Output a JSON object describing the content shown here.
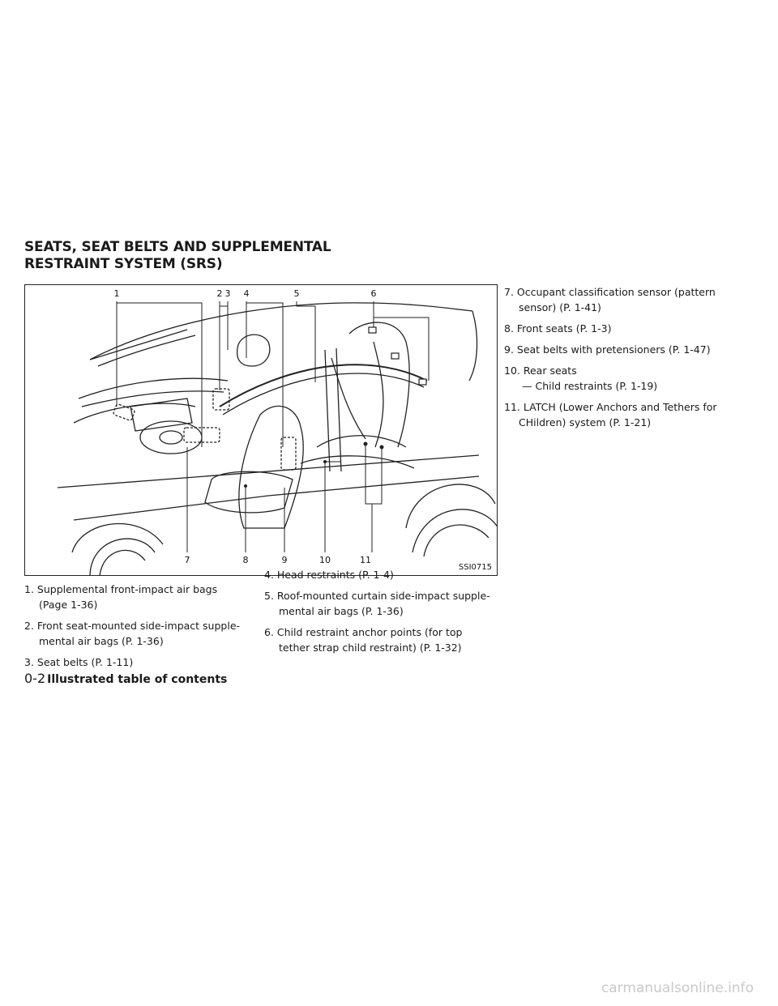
{
  "section_title": {
    "line1": "SEATS, SEAT BELTS AND SUPPLEMENTAL",
    "line2": "RESTRAINT SYSTEM (SRS)"
  },
  "figure": {
    "callouts_top": [
      "1",
      "2",
      "3",
      "4",
      "5",
      "6"
    ],
    "callouts_bottom": [
      "7",
      "8",
      "9",
      "10",
      "11"
    ],
    "code": "SSI0715"
  },
  "items": [
    {
      "line1": "1. Supplemental front-impact air bags",
      "line2": "(Page 1-36)"
    },
    {
      "line1": "2. Front seat-mounted side-impact supple-",
      "line2": "mental air bags (P. 1-36)"
    },
    {
      "line1": "3. Seat belts (P. 1-11)"
    },
    {
      "line1": "4. Head restraints (P. 1-4)"
    },
    {
      "line1": "5. Roof-mounted curtain side-impact supple-",
      "line2": "mental air bags (P. 1-36)"
    },
    {
      "line1": "6. Child restraint anchor points (for top",
      "line2": "tether strap child restraint) (P. 1-32)"
    },
    {
      "line1": "7. Occupant classification sensor (pattern",
      "line2": "sensor) (P. 1-41)"
    },
    {
      "line1": "8. Front seats (P. 1-3)"
    },
    {
      "line1": "9. Seat belts with pretensioners (P. 1-47)"
    },
    {
      "line1": "10. Rear seats",
      "sub": "— Child restraints (P. 1-19)"
    },
    {
      "line1": "11. LATCH (Lower Anchors and Tethers for",
      "line2": "CHildren) system (P. 1-21)"
    }
  ],
  "footer": {
    "page": "0-2",
    "title": "Illustrated table of contents"
  },
  "watermark": "carmanualsonline.info"
}
